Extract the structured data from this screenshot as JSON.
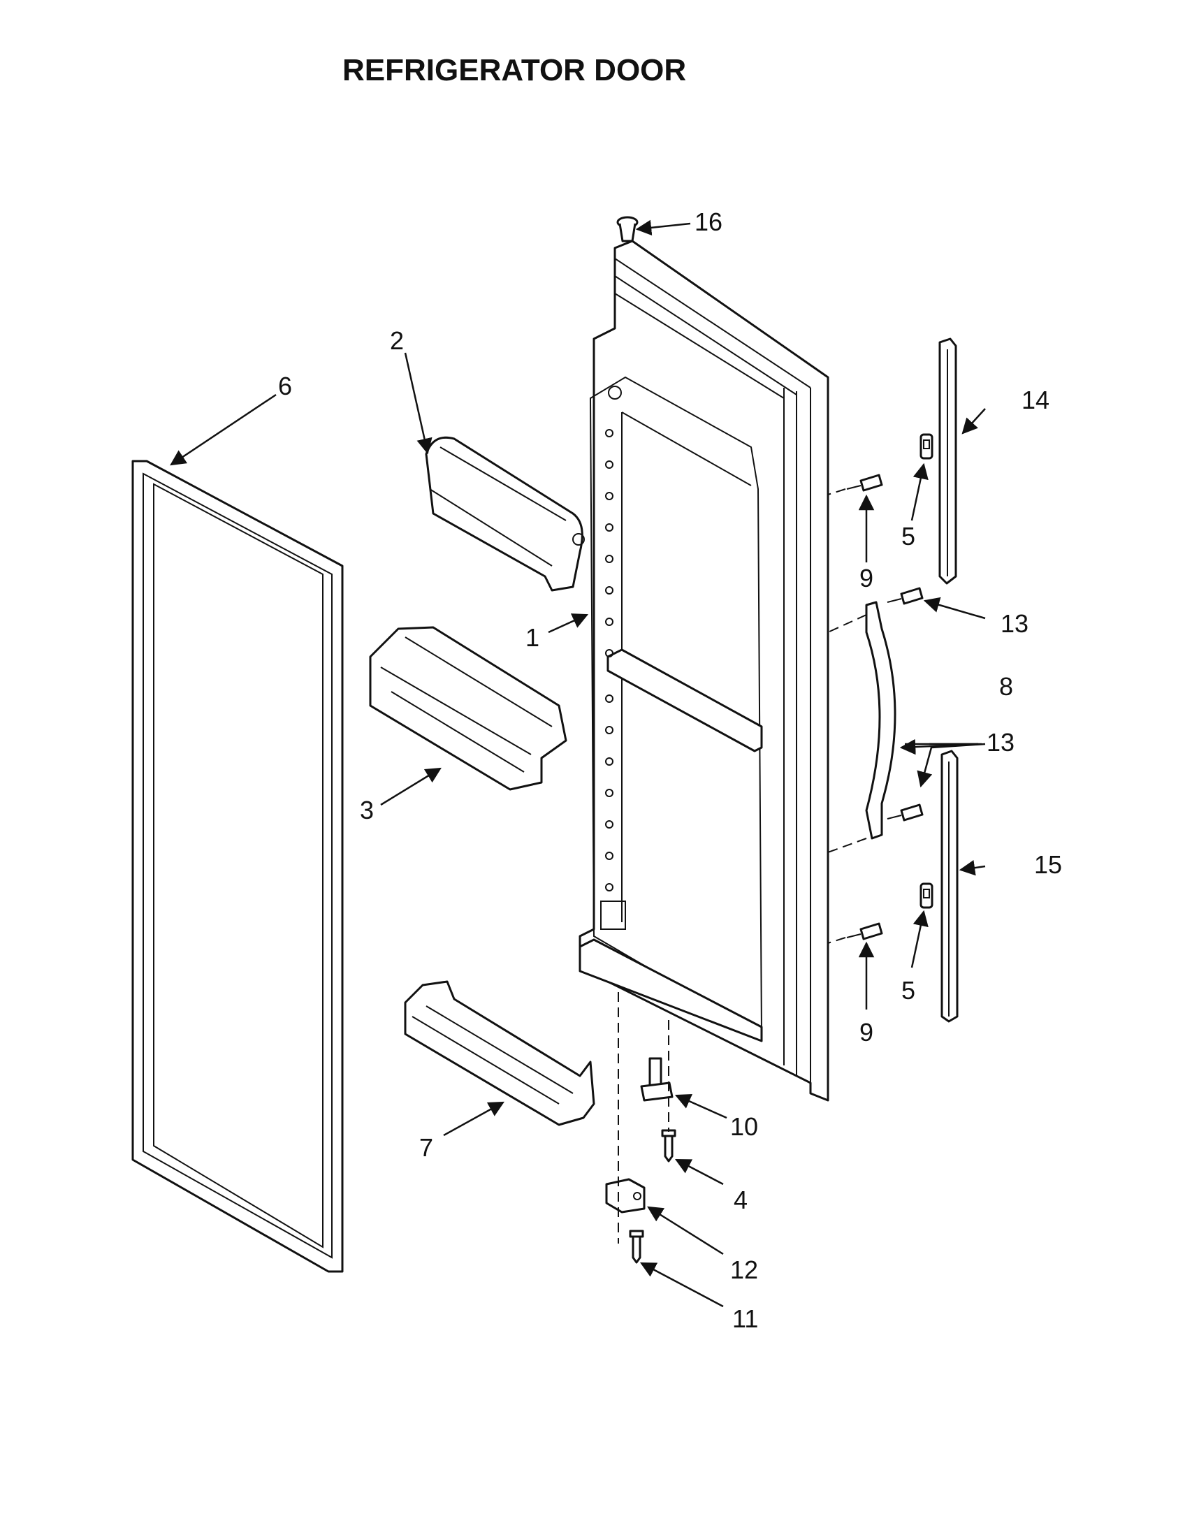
{
  "title": "REFRIGERATOR DOOR",
  "callouts": {
    "p1": "1",
    "p2": "2",
    "p3": "3",
    "p4": "4",
    "p5a": "5",
    "p5b": "5",
    "p6": "6",
    "p7": "7",
    "p8": "8",
    "p9a": "9",
    "p9b": "9",
    "p10": "10",
    "p11": "11",
    "p12": "12",
    "p13a": "13",
    "p13b": "13",
    "p14": "14",
    "p15": "15",
    "p16": "16"
  }
}
